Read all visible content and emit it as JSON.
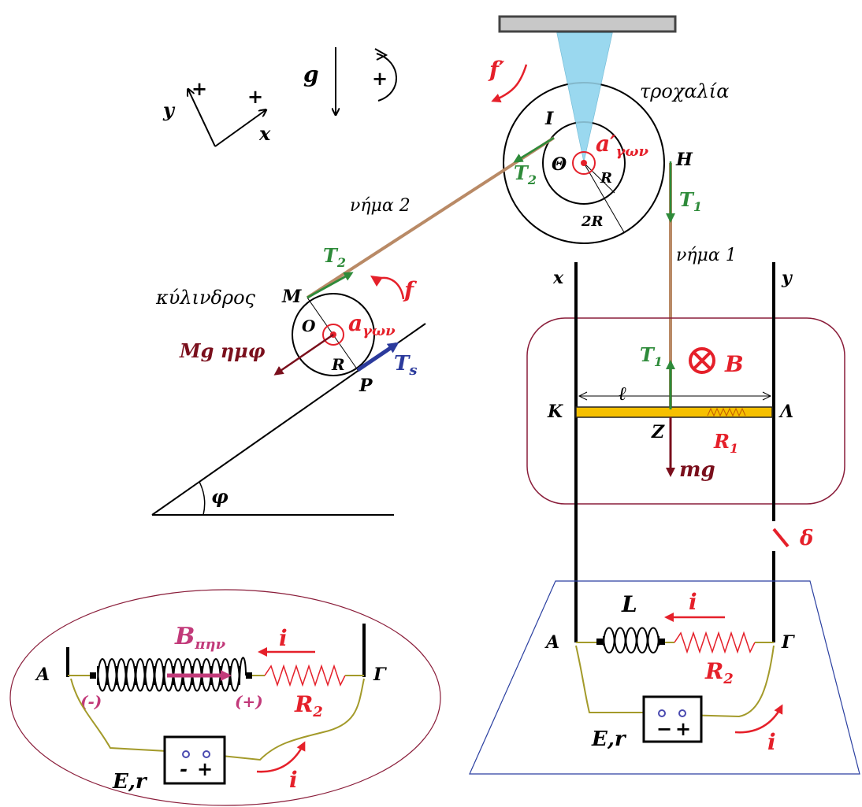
{
  "colors": {
    "black": "#000000",
    "red": "#e5202a",
    "green": "#2e8b3a",
    "darkred": "#7a0f1c",
    "blue": "#2b3a9c",
    "rope": "#b98a66",
    "rod": "#f6c000",
    "cone": "#9ad8ee",
    "ceiling": "#c8c8c8",
    "wire": "#a39a2a",
    "frame": "#8a1d3a",
    "pink": "#c23a7a",
    "navy": "#2a3fa0",
    "battery_dot": "#4a4ab0"
  },
  "axes": {
    "x": "x",
    "y": "y",
    "plus_x": "+",
    "plus_y": "+",
    "g": "g",
    "rot_plus": "+"
  },
  "pulley": {
    "name": "τροχαλία",
    "inner_label": "Θ",
    "r_label": "R",
    "r2_label": "2R",
    "accel_main": "a′",
    "accel_sub": "γων",
    "friction_main": "f",
    "friction_prime": "′",
    "point_i": "I",
    "point_h": "H",
    "t1_main": "T",
    "t1_sub": "1",
    "t2_main": "T",
    "t2_sub": "2"
  },
  "strings": {
    "string1": "νήμα 1",
    "string2": "νήμα 2"
  },
  "cylinder": {
    "name": "κύλινδρος",
    "center": "O",
    "point_m": "M",
    "point_p": "P",
    "radius": "R",
    "accel_main": "a",
    "accel_sub": "γων",
    "friction": "f",
    "t2_main": "T",
    "t2_sub": "2",
    "ts_main": "T",
    "ts_sub": "s",
    "weight": "Mg ημφ",
    "angle": "φ"
  },
  "rails": {
    "left": "x",
    "right": "y",
    "k": "K",
    "lambda": "Λ",
    "z": "Z",
    "length": "ℓ",
    "r1_main": "R",
    "r1_sub": "1",
    "t1_main": "T",
    "t1_sub": "1",
    "mg": "mg",
    "field": "B",
    "switch": "δ"
  },
  "circuit_right": {
    "a": "A",
    "gamma": "Γ",
    "inductor": "L",
    "current": "i",
    "r2_main": "R",
    "r2_sub": "2",
    "battery_minus": "−",
    "battery_plus": "+",
    "source": "E,r",
    "current_out": "i"
  },
  "circuit_left": {
    "a": "A",
    "gamma": "Γ",
    "field_main": "B",
    "field_sub": "πην",
    "current": "i",
    "minus_term": "(-)",
    "plus_term": "(+)",
    "r2_main": "R",
    "r2_sub": "2",
    "battery_minus": "-",
    "battery_plus": "+",
    "source": "E,r",
    "current_out": "i"
  }
}
